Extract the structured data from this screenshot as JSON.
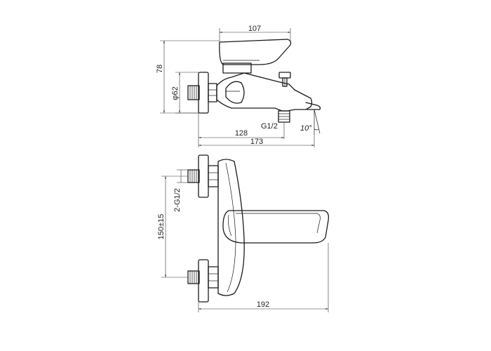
{
  "dimensions": {
    "top_width": "107",
    "top_height": "78",
    "flange_diameter": "φ62",
    "outlet_length": "128",
    "total_depth": "173",
    "outlet_thread": "G1/2",
    "spout_angle": "10°",
    "inlet_thread": "2-G1/2",
    "inlet_spacing": "150±15",
    "front_width": "192"
  }
}
